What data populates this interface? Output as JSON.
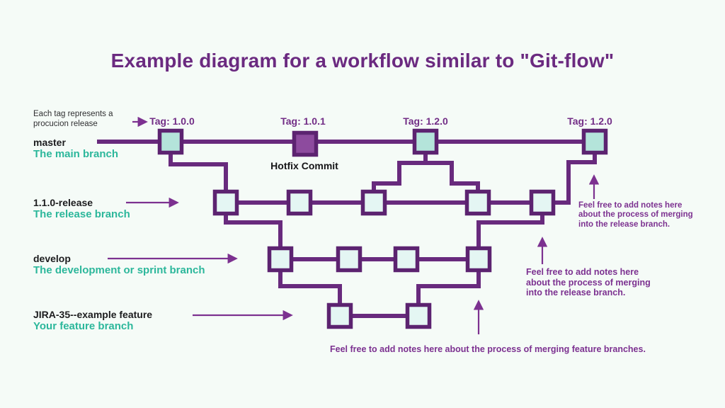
{
  "title": "Example diagram for a workflow similar to \"Git-flow\"",
  "tag_annotation": "Each tag represents a\nprocucion release",
  "tags": [
    {
      "label": "Tag: 1.0.0"
    },
    {
      "label": "Tag: 1.0.1"
    },
    {
      "label": "Tag: 1.2.0"
    },
    {
      "label": "Tag: 1.2.0"
    }
  ],
  "hotfix_label": "Hotfix Commit",
  "branches": [
    {
      "name": "master",
      "description": "The main branch"
    },
    {
      "name": "1.1.0-release",
      "description": "The release branch"
    },
    {
      "name": "develop",
      "description": "The development or sprint branch"
    },
    {
      "name": "JIRA-35--example feature",
      "description": "Your feature branch"
    }
  ],
  "notes": {
    "release_merge_note_right": "Feel free to add notes here\nabout the process of merging\ninto the release branch.",
    "release_merge_note_left": "Feel free to add notes here\nabout the process of merging\ninto the release branch.",
    "feature_merge_note": "Feel free to add notes here about the process of merging feature branches."
  },
  "colors": {
    "background": "#f5fbf7",
    "line_purple": "#682a7d",
    "node_border_purple": "#5c2370",
    "master_commit_fill": "#b4e4da",
    "commit_fill": "#e4f6f3",
    "hotfix_fill": "#8d4b9e",
    "title_purple": "#6b2a80",
    "note_purple": "#7c3190",
    "teal": "#2cb79b",
    "text_dark": "#1c1c1e"
  }
}
